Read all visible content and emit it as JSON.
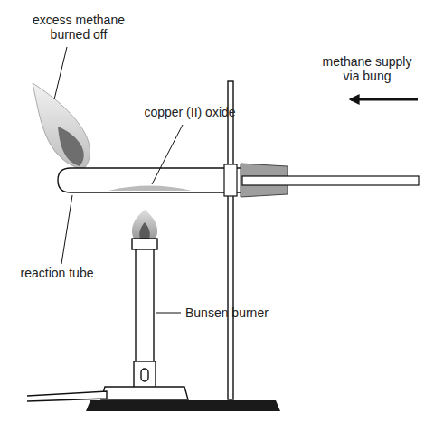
{
  "diagram": {
    "labels": [
      "excess methane burned off",
      "copper (II) oxide",
      "methane supply via bung",
      "reaction tube",
      "Bunsen burner"
    ]
  }
}
